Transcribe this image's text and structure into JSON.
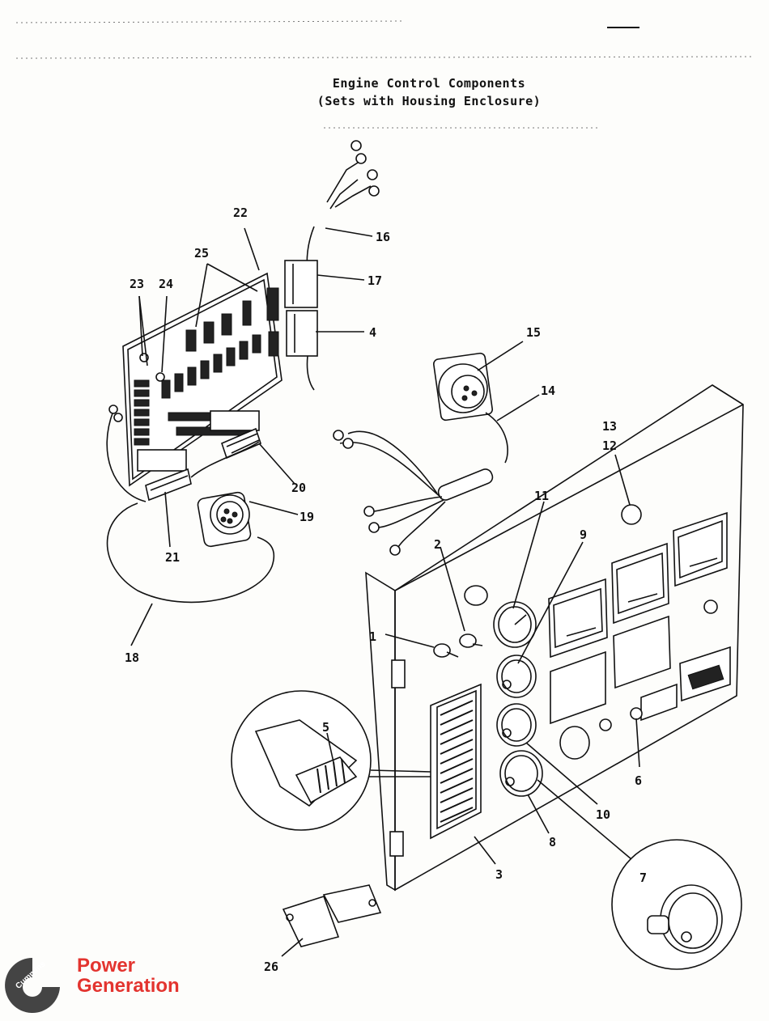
{
  "title": {
    "line1": "Engine Control Components",
    "line2": "(Sets with Housing Enclosure)"
  },
  "callouts": [
    "1",
    "2",
    "3",
    "4",
    "5",
    "6",
    "7",
    "8",
    "9",
    "10",
    "11",
    "12",
    "13",
    "14",
    "15",
    "16",
    "17",
    "18",
    "19",
    "20",
    "21",
    "22",
    "23",
    "24",
    "25",
    "26"
  ],
  "brand": {
    "logo_word": "Cummins",
    "line1": "Power",
    "line2": "Generation",
    "color": "#e3342f"
  }
}
